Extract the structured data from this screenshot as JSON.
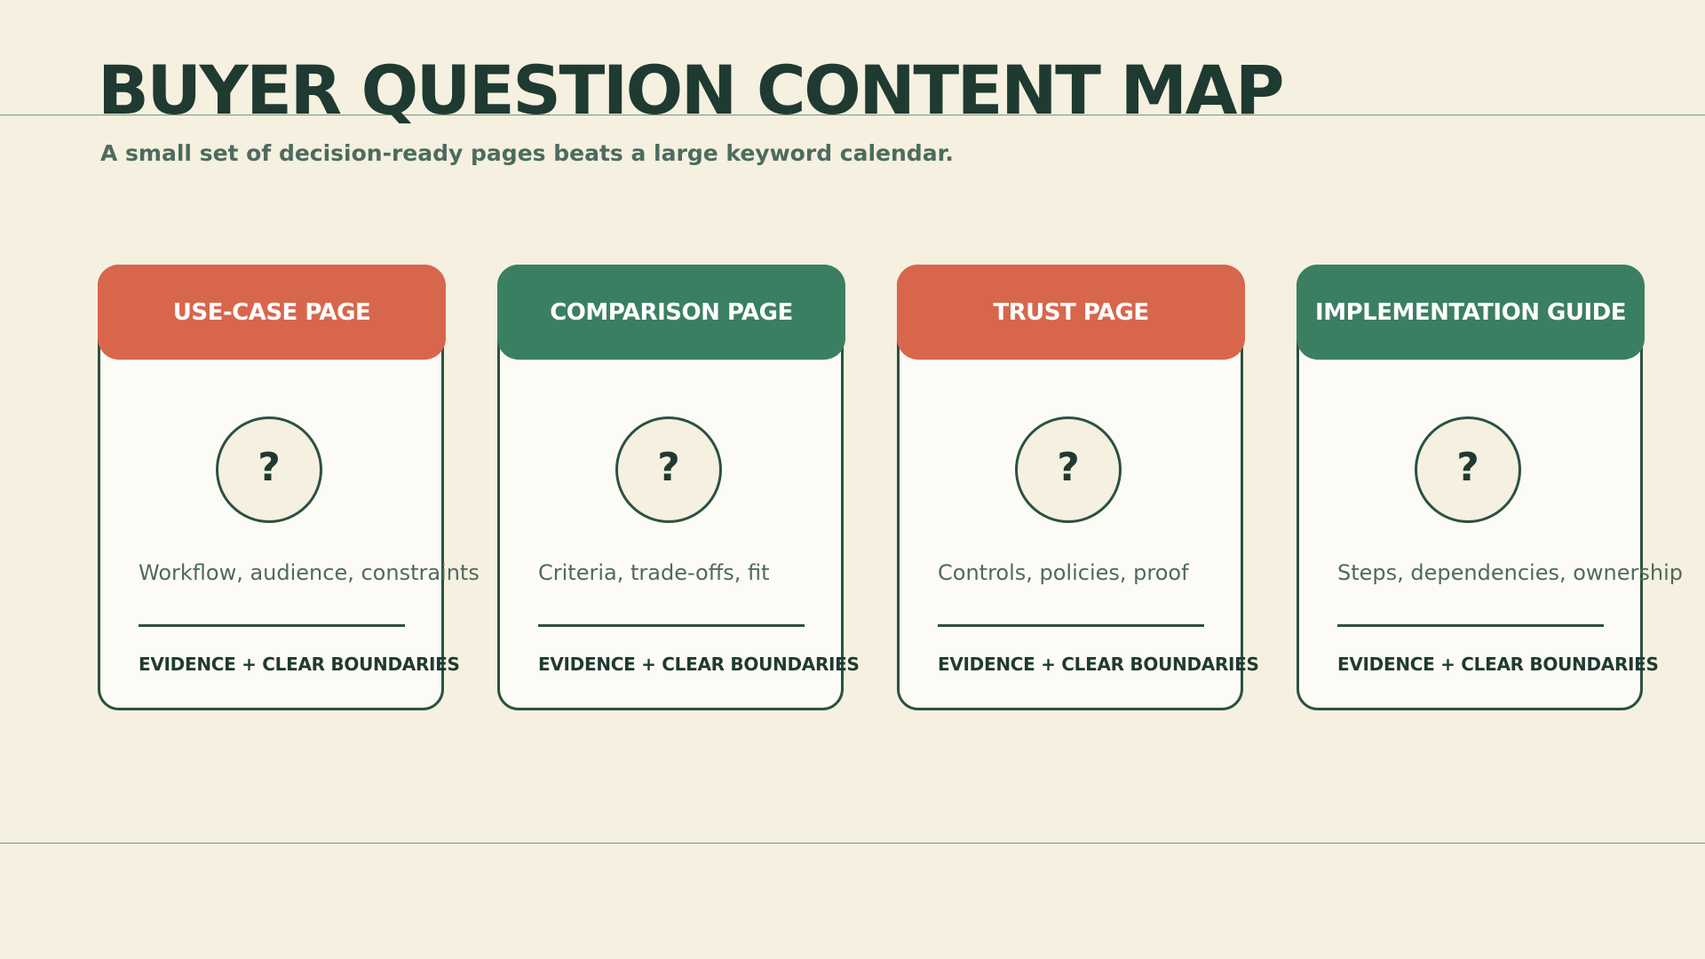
{
  "header": {
    "title": "BUYER QUESTION CONTENT MAP",
    "subtitle": "A small set of decision-ready pages beats a large keyword calendar."
  },
  "cards": [
    {
      "title": "USE-CASE PAGE",
      "icon": "?",
      "description": "Workflow, audience, constraints",
      "footer": "EVIDENCE + CLEAR BOUNDARIES",
      "header_color": "#d8664c"
    },
    {
      "title": "COMPARISON PAGE",
      "icon": "?",
      "description": "Criteria, trade-offs, fit",
      "footer": "EVIDENCE + CLEAR BOUNDARIES",
      "header_color": "#3b7f63"
    },
    {
      "title": "TRUST PAGE",
      "icon": "?",
      "description": "Controls, policies, proof",
      "footer": "EVIDENCE + CLEAR BOUNDARIES",
      "header_color": "#d8664c"
    },
    {
      "title": "IMPLEMENTATION GUIDE",
      "icon": "?",
      "description": "Steps, dependencies, ownership",
      "footer": "EVIDENCE + CLEAR BOUNDARIES",
      "header_color": "#3b7f63"
    }
  ],
  "colors": {
    "background": "#f5f0df",
    "ink": "#1f3a31",
    "coral": "#d8664c",
    "green": "#3b7f63",
    "card": "#fdfbf5"
  }
}
